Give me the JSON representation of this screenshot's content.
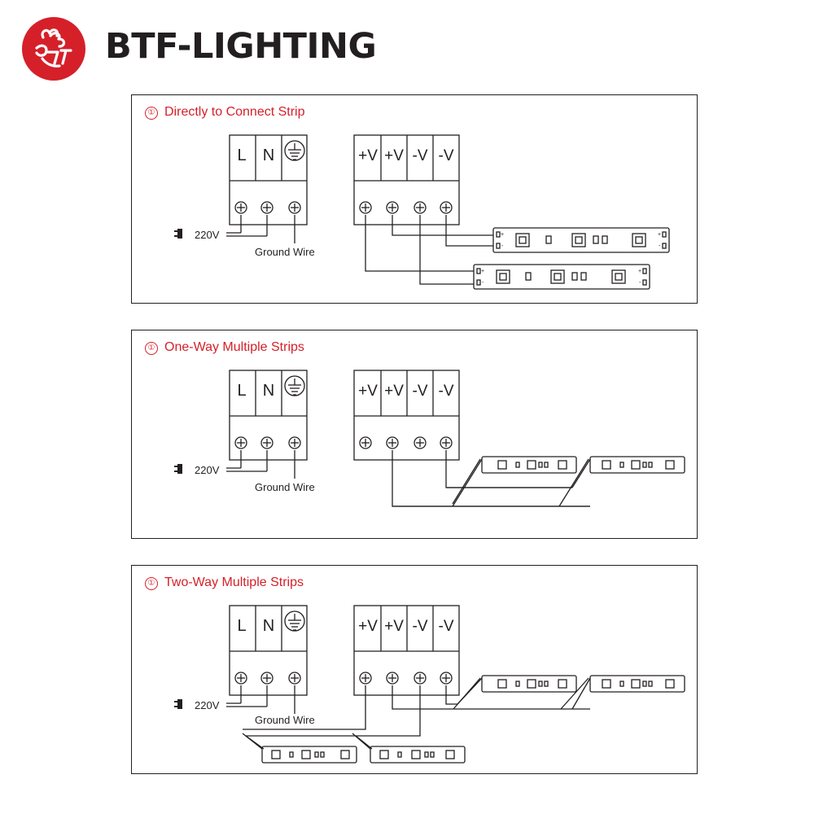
{
  "brand": {
    "name": "BTF-LIGHTING",
    "logo_icon": "btf-flower-logo-icon",
    "logo_color": "#d5202a"
  },
  "colors": {
    "accent": "#d5202a",
    "line": "#231f20"
  },
  "terminal_labels": {
    "ac": [
      "L",
      "N"
    ],
    "ground_icon": "ground-symbol-icon",
    "dc": [
      "+V",
      "+V",
      "-V",
      "-V"
    ]
  },
  "labels": {
    "voltage": "220V",
    "ground": "Ground Wire",
    "strip_plus": "+",
    "strip_minus": "-"
  },
  "panels": [
    {
      "number": "①",
      "title": "Directly to Connect Strip"
    },
    {
      "number": "①",
      "title": "One-Way Multiple Strips"
    },
    {
      "number": "①",
      "title": "Two-Way Multiple Strips"
    }
  ]
}
